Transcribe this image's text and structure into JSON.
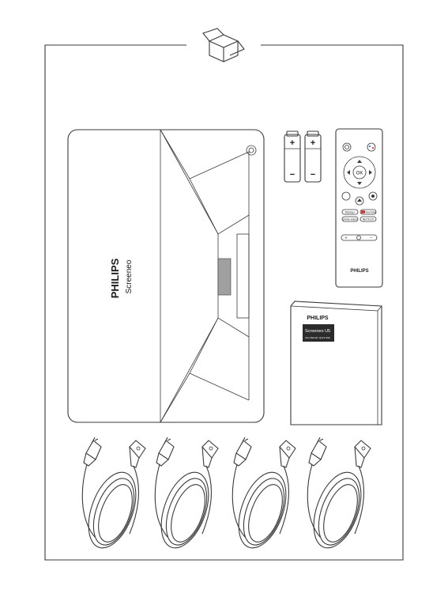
{
  "projector": {
    "brand": "PHILIPS",
    "model": "Screeneo"
  },
  "batteries": [
    {
      "plus": "+",
      "minus": "−"
    },
    {
      "plus": "+",
      "minus": "−"
    }
  ],
  "remote": {
    "ok_label": "OK",
    "app_buttons": [
      "Disney+",
      "YouTube",
      "prime video",
      "NETFLIX"
    ],
    "brand": "PHILIPS"
  },
  "manual": {
    "brand": "PHILIPS",
    "title": "Screeneo U5",
    "subtitle": "User Manual / Quick Start"
  },
  "power_cords": {
    "count": 4
  },
  "colors": {
    "stroke": "#3a3a3a",
    "lens": "#a0a0a0",
    "manual_band": "#2b2b2b"
  }
}
